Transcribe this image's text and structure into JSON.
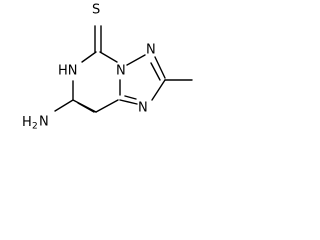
{
  "molecule": {
    "atoms": {
      "thione_s": "S",
      "ring_nh": "HN",
      "ring_n_bridge": "N",
      "ring_n_upper": "N",
      "ring_n_lower": "N",
      "amino_n": "N",
      "amino_h2": "H",
      "amino_sub": "2"
    }
  }
}
